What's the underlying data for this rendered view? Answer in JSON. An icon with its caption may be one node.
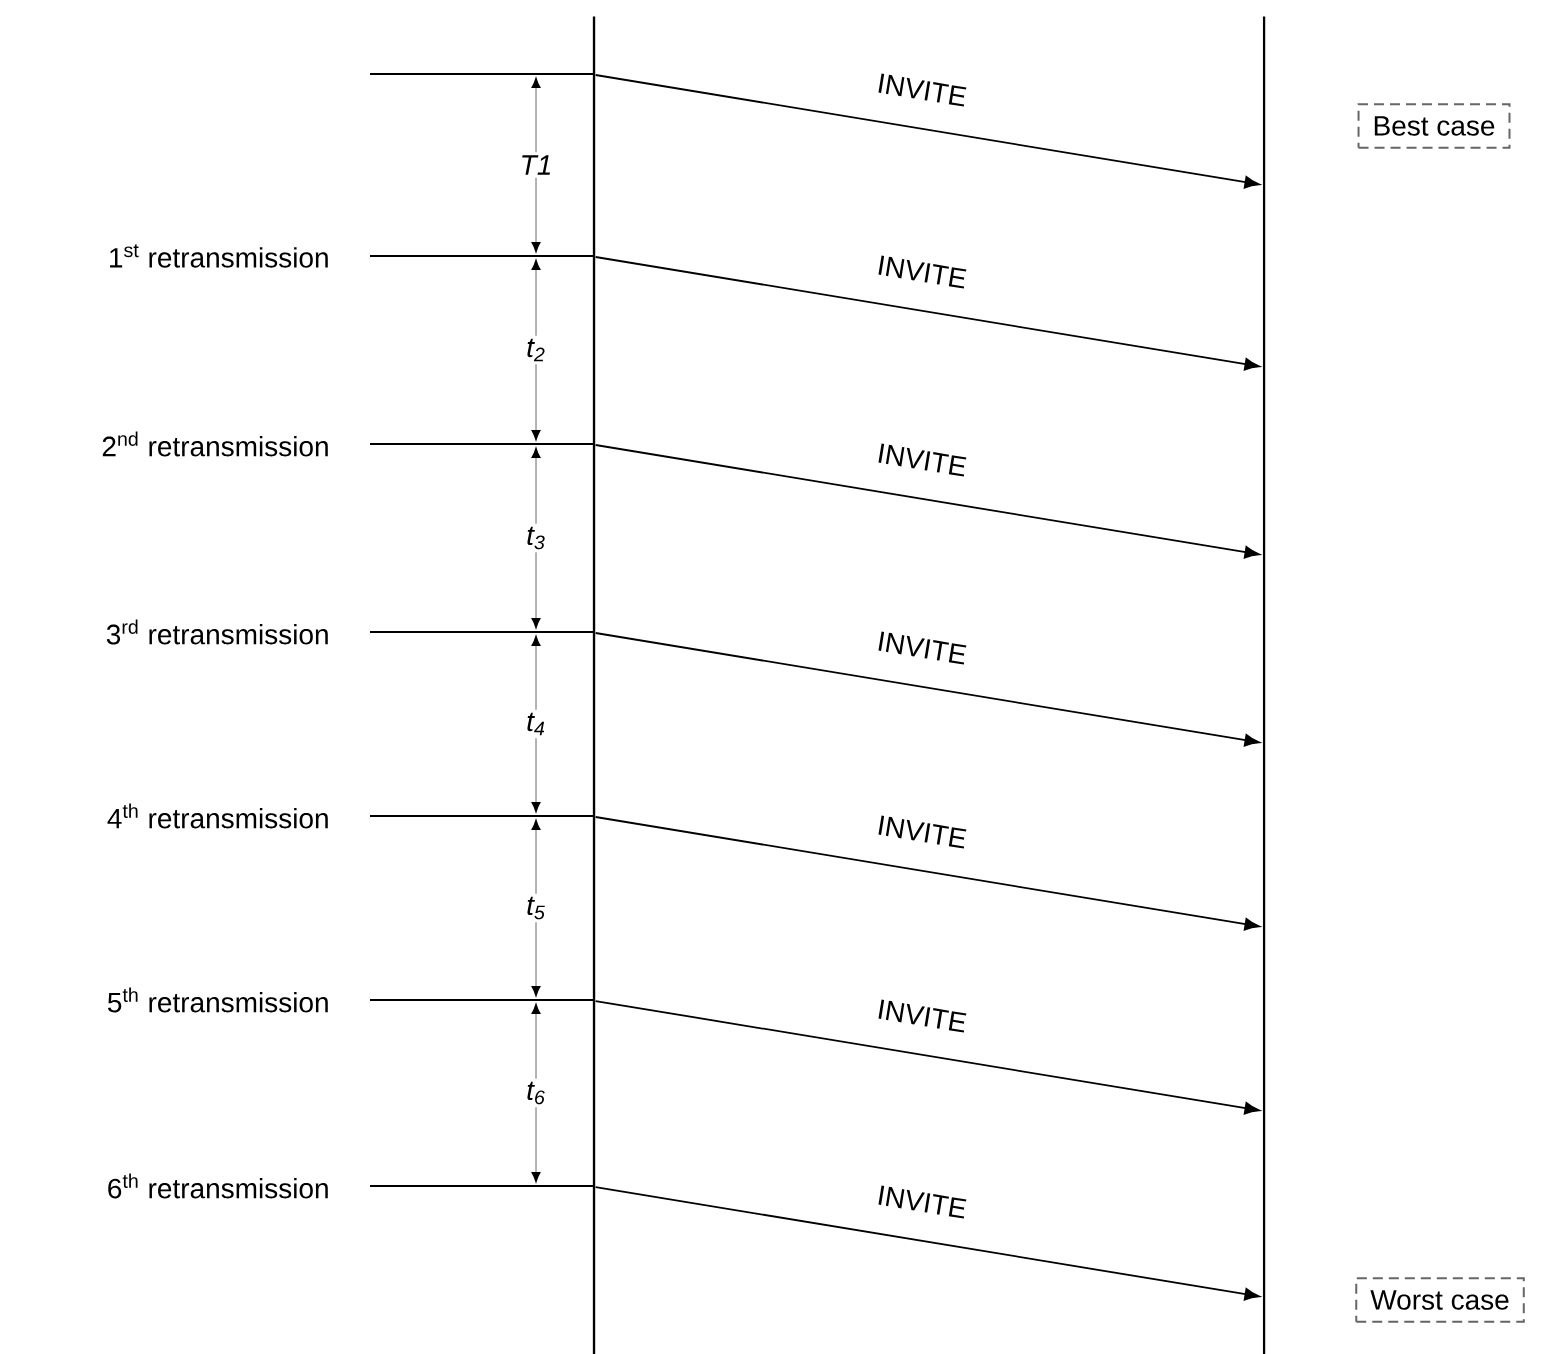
{
  "diagram": {
    "nodes": [
      {
        "text": [],
        "shape": "bar"
      },
      {
        "text": [],
        "shape": "bar"
      },
      {
        "text": [
          "Best case"
        ]
      },
      {
        "text": [
          "Worst case"
        ]
      }
    ],
    "edges": [
      {
        "from": 0,
        "to": 1,
        "arrow": "to",
        "label": "INVITE"
      },
      {
        "from": 0,
        "to": 1,
        "arrow": "to",
        "label": "INVITE"
      },
      {
        "from": 0,
        "to": 1,
        "arrow": "to",
        "label": "INVITE"
      },
      {
        "from": 0,
        "to": 1,
        "arrow": "to",
        "label": "INVITE"
      },
      {
        "from": 0,
        "to": 1,
        "arrow": "to",
        "label": "INVITE"
      },
      {
        "from": 0,
        "to": 1,
        "arrow": "to",
        "label": "INVITE"
      },
      {
        "from": 0,
        "to": 1,
        "arrow": "to",
        "label": "INVITE"
      }
    ],
    "labels": [
      "T1",
      "1$^{st}$ retransmission",
      "t$_{2}$",
      "2$^{nd}$ retransmission",
      "t$_{3}$",
      "3$^{rd}$ retransmission",
      "t$_{4}$",
      "4$^{th}$ retransmission",
      "t$_{5}$",
      "5$^{th}$ retransmission",
      "t$_{6}$",
      "6$^{th}$ retransmission"
    ]
  }
}
